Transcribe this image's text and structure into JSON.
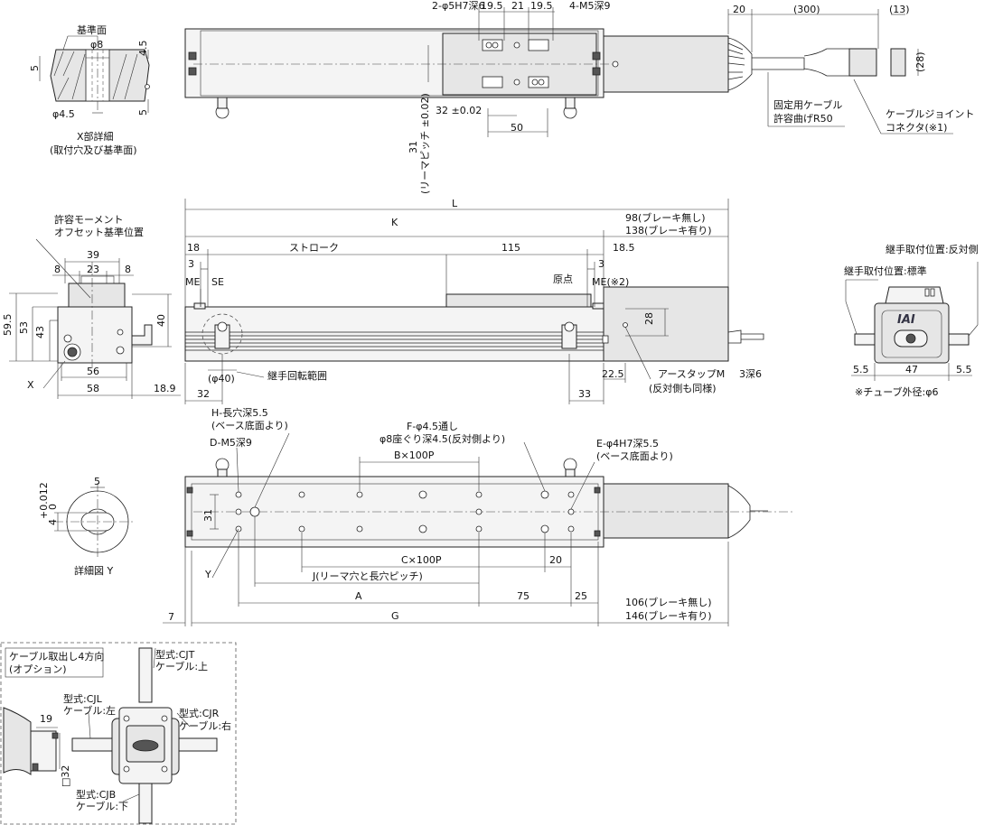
{
  "top_view": {
    "dim_pin": "2-φ5H7深6",
    "dim_19a": "19.5",
    "dim_21": "21",
    "dim_19b": "19.5",
    "dim_tap": "4-M5深9",
    "dim_20": "20",
    "dim_300": "(300)",
    "dim_13": "(13)",
    "dim_28": "(28)",
    "dim_32": "32 ±0.02",
    "dim_50": "50",
    "dim_31": "31",
    "dim_31_note": "(リーマピッチ ±0.02)",
    "cable_fixed_1": "固定用ケーブル",
    "cable_fixed_2": "許容曲げR50",
    "cable_joint_1": "ケーブルジョイント",
    "cable_joint_2": "コネクタ(※1)"
  },
  "detail_x": {
    "ref_face": "基準面",
    "phi8": "φ8",
    "phi45": "φ4.5",
    "dim_5a": "5",
    "dim_45": "4.5",
    "dim_5b": "5",
    "caption_1": "X部詳細",
    "caption_2": "(取付穴及び基準面)"
  },
  "end_view": {
    "moment_1": "許容モーメント",
    "moment_2": "オフセット基準位置",
    "dim_39": "39",
    "dim_8a": "8",
    "dim_23": "23",
    "dim_8b": "8",
    "dim_595": "59.5",
    "dim_53": "53",
    "dim_43": "43",
    "dim_40": "40",
    "dim_56": "56",
    "dim_58": "58",
    "dim_189": "18.9",
    "label_x": "X"
  },
  "side_view": {
    "dim_L": "L",
    "dim_K": "K",
    "dim_98": "98(ブレーキ無し)",
    "dim_138": "138(ブレーキ有り)",
    "dim_18": "18",
    "stroke": "ストローク",
    "dim_115": "115",
    "dim_185": "18.5",
    "dim_3a": "3",
    "dim_3b": "3",
    "me_a": "ME",
    "se": "SE",
    "origin": "原点",
    "me_b": "ME(※2)",
    "dim_28": "28",
    "dim_phi40": "(φ40)",
    "joint_range": "継手回転範囲",
    "dim_32": "32",
    "dim_33": "33",
    "dim_225": "22.5",
    "earth_1": "アースタップM",
    "earth_depth": "3深6",
    "earth_2": "(反対側も同様)"
  },
  "right_end_view": {
    "joint_opp": "継手取付位置:反対側",
    "joint_std": "継手取付位置:標準",
    "logo": "IAI",
    "dim_55a": "5.5",
    "dim_47": "47",
    "dim_55b": "5.5",
    "tube_note": "※チューブ外径:φ6"
  },
  "bottom_view": {
    "h_hole_1": "H-長穴深5.5",
    "h_hole_2": "(ベース底面より)",
    "f_hole_1": "F-φ4.5通し",
    "f_hole_2": "φ8座ぐり深4.5(反対側より)",
    "d_tap": "D-M5深9",
    "bx100p": "B×100P",
    "e_hole_1": "E-φ4H7深5.5",
    "e_hole_2": "(ベース底面より)",
    "dim_31": "31",
    "cx100p": "C×100P",
    "dim_20": "20",
    "j_pitch": "J(リーマ穴と長穴ピッチ)",
    "dim_A": "A",
    "dim_75": "75",
    "dim_25": "25",
    "dim_7": "7",
    "dim_G": "G",
    "dim_106": "106(ブレーキ無し)",
    "dim_146": "146(ブレーキ有り)",
    "label_y": "Y"
  },
  "detail_y": {
    "tol_upper": "+0.012",
    "tol_lower": "0",
    "dim_4": "4",
    "dim_5": "5",
    "caption": "詳細図 Y"
  },
  "option_box": {
    "title_1": "ケーブル取出し4方向",
    "title_2": "(オプション)",
    "cjt_1": "型式:CJT",
    "cjt_2": "ケーブル:上",
    "cjl_1": "型式:CJL",
    "cjl_2": "ケーブル:左",
    "cjr_1": "型式:CJR",
    "cjr_2": "ケーブル:右",
    "cjb_1": "型式:CJB",
    "cjb_2": "ケーブル:下",
    "dim_19": "19",
    "dim_32": "□32"
  }
}
